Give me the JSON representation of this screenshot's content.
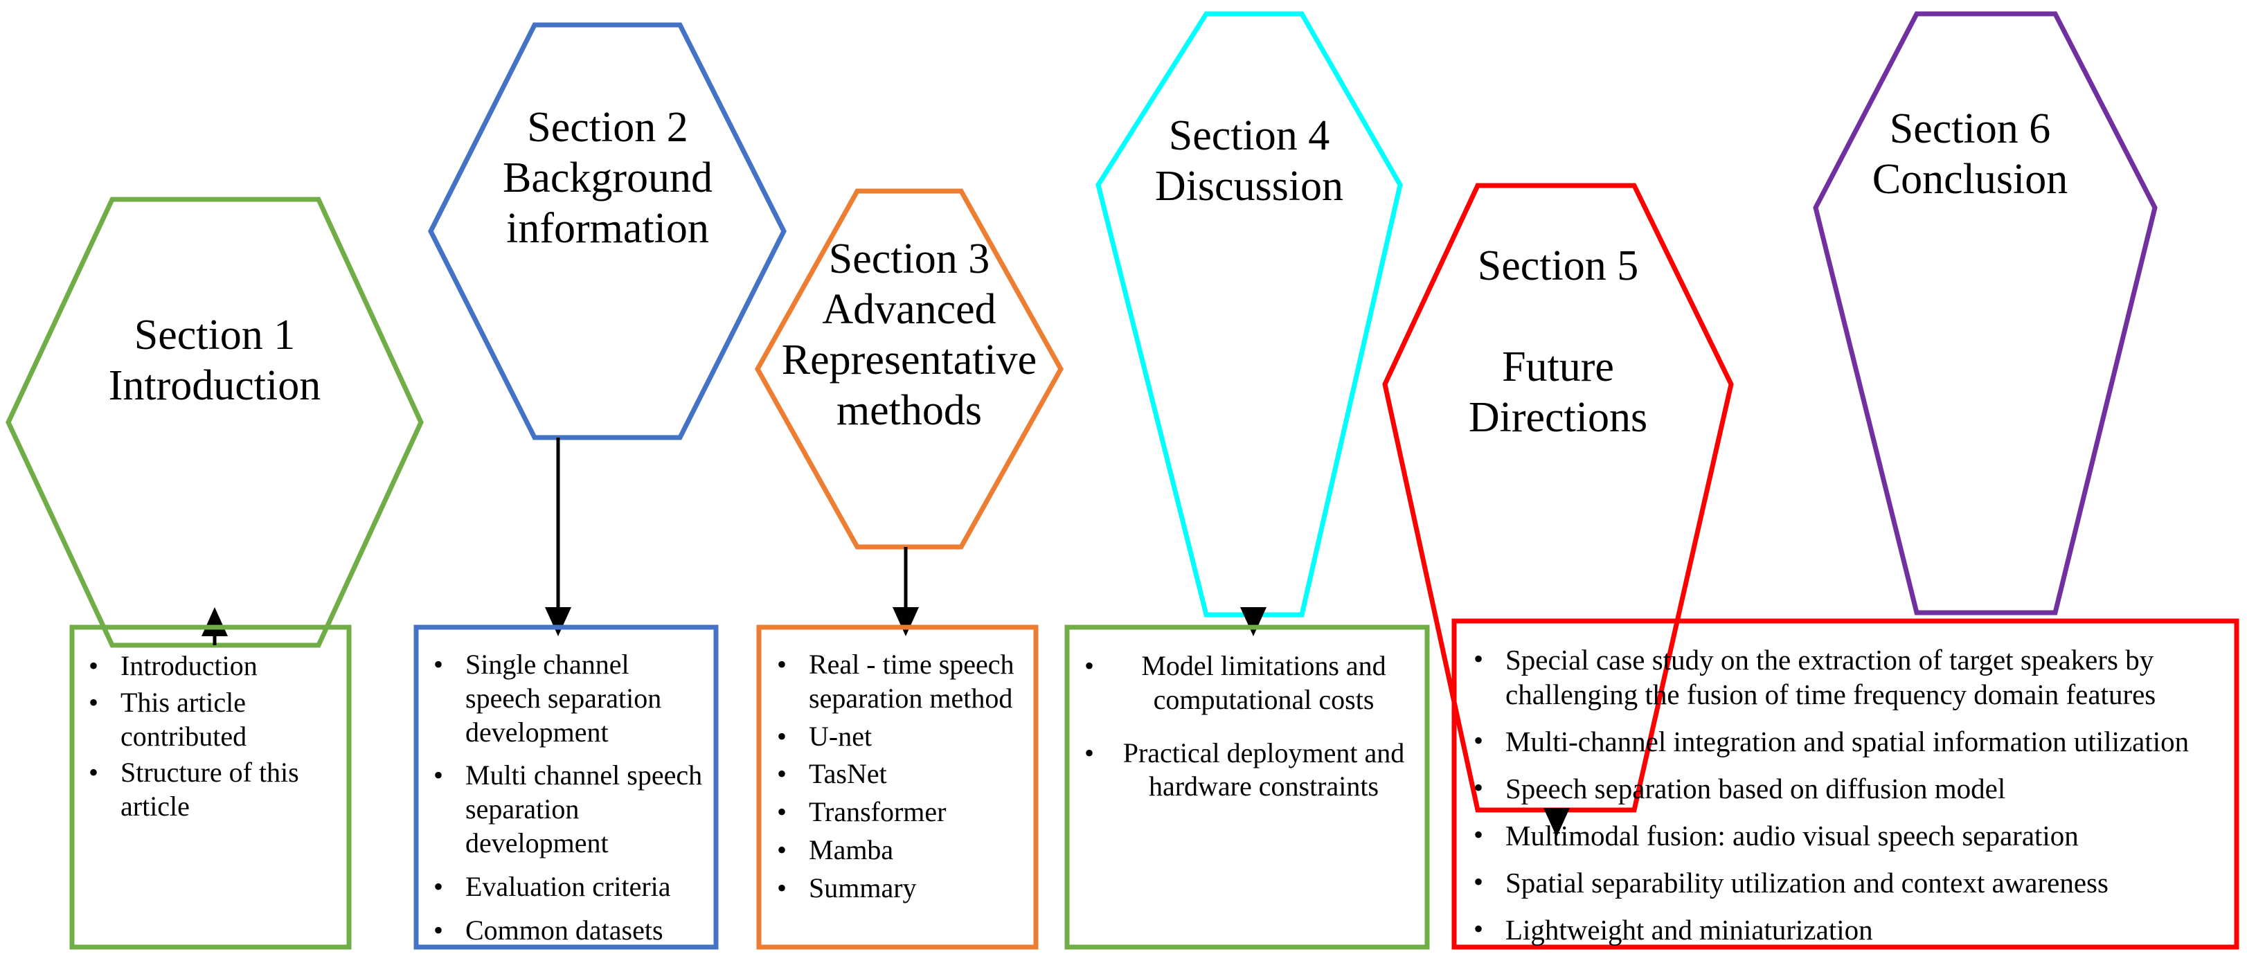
{
  "diagram": {
    "title": "Article structure flow diagram",
    "colors": {
      "green": "#70AD47",
      "blue": "#4472C4",
      "orange": "#ED7D31",
      "cyan": "#00FFFF",
      "red": "#FF0000",
      "purple": "#7030A0",
      "arrow": "#000000",
      "text": "#000000",
      "background": "#FFFFFF"
    },
    "nodes": [
      {
        "id": "section-1",
        "label": "Section 1\nIntroduction",
        "color": "#70AD47",
        "box_color": "#70AD47",
        "items": [
          "Introduction",
          "This article contributed",
          "Structure of this article"
        ]
      },
      {
        "id": "section-2",
        "label": "Section 2\nBackground\ninformation",
        "color": "#4472C4",
        "box_color": "#4472C4",
        "items": [
          "Single  channel speech separation development",
          "Multi  channel speech separation development",
          "Evaluation criteria",
          "Common datasets"
        ]
      },
      {
        "id": "section-3",
        "label": "Section 3\nAdvanced\nRepresentative\nmethods",
        "color": "#ED7D31",
        "box_color": "#ED7D31",
        "items": [
          "Real - time speech separation method",
          "U-net",
          "TasNet",
          "Transformer",
          "Mamba",
          "Summary"
        ]
      },
      {
        "id": "section-4",
        "label": "Section 4\nDiscussion",
        "color": "#00FFFF",
        "box_color": "#70AD47",
        "items": [
          "Model limitations and computational costs",
          "Practical deployment and hardware constraints"
        ]
      },
      {
        "id": "section-5",
        "label": "Section 5\n\nFuture\nDirections",
        "color": "#FF0000",
        "box_color": "#FF0000",
        "items": [
          "Special case study on the extraction of target speakers by challenging the fusion of time frequency domain features",
          "Multi-channel integration and spatial information utilization",
          "Speech separation based on diffusion model",
          "Multimodal fusion: audio visual speech separation",
          "Spatial separability utilization and context awareness",
          "Lightweight and miniaturization"
        ]
      },
      {
        "id": "section-6",
        "label": "Section 6\nConclusion",
        "color": "#7030A0",
        "box_color": null,
        "items": []
      }
    ],
    "bullet_glyph": "•"
  }
}
